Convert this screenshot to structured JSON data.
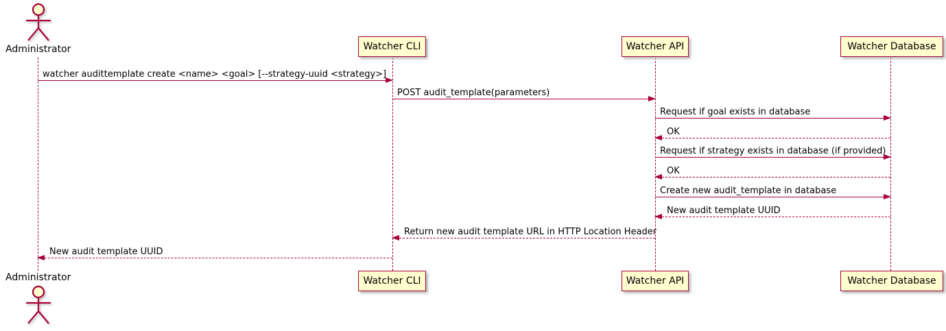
{
  "diagram": {
    "type": "sequence",
    "colors": {
      "participant_fill": "#FEFECE",
      "line_and_border": "#A80036",
      "text": "#000000",
      "shadow": "#BDBDBD",
      "background": "#FFFFFF"
    },
    "actors": [
      {
        "name": "Administrator",
        "icon": "stick-figure-actor-icon"
      }
    ],
    "participants": [
      {
        "label": "Watcher CLI"
      },
      {
        "label": "Watcher API"
      },
      {
        "label": "Watcher Database"
      }
    ],
    "messages": [
      {
        "from": "Administrator",
        "to": "Watcher CLI",
        "style": "solid",
        "direction": "right",
        "text": "watcher audittemplate create <name> <goal> [--strategy-uuid <strategy>]"
      },
      {
        "from": "Watcher CLI",
        "to": "Watcher API",
        "style": "solid",
        "direction": "right",
        "text": "POST audit_template(parameters)"
      },
      {
        "from": "Watcher API",
        "to": "Watcher Database",
        "style": "solid",
        "direction": "right",
        "text": "Request if goal exists in database"
      },
      {
        "from": "Watcher Database",
        "to": "Watcher API",
        "style": "dashed",
        "direction": "left",
        "text": "OK"
      },
      {
        "from": "Watcher API",
        "to": "Watcher Database",
        "style": "solid",
        "direction": "right",
        "text": "Request if strategy exists in database (if provided)"
      },
      {
        "from": "Watcher Database",
        "to": "Watcher API",
        "style": "dashed",
        "direction": "left",
        "text": "OK"
      },
      {
        "from": "Watcher API",
        "to": "Watcher Database",
        "style": "solid",
        "direction": "right",
        "text": "Create new audit_template in database"
      },
      {
        "from": "Watcher Database",
        "to": "Watcher API",
        "style": "dashed",
        "direction": "left",
        "text": "New audit template UUID"
      },
      {
        "from": "Watcher API",
        "to": "Watcher CLI",
        "style": "dashed",
        "direction": "left",
        "text": "Return new audit template URL in HTTP Location Header"
      },
      {
        "from": "Watcher CLI",
        "to": "Administrator",
        "style": "dashed",
        "direction": "left",
        "text": "New audit template UUID"
      }
    ]
  }
}
